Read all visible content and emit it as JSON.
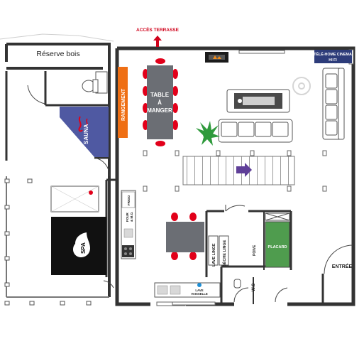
{
  "labels": {
    "terrace_access": "ACCÈS TERRASSE",
    "reserve_bois": "Réserve bois",
    "rangement": "RANGEMENT",
    "sauna": "SAUNA",
    "table_line1": "TABLE",
    "table_line2": "À",
    "table_line3": "MANGER",
    "tele_line1": "TÉLÉ-HOME CINEMA",
    "tele_line2": "HI FI",
    "frigo": "FRIGO",
    "four_line1": "FOUR",
    "four_line2": "& M.O.",
    "spa": "SPA",
    "lave_linge": "LAVE LINGE",
    "seche_linge": "SÈCHE LINGE",
    "poive": "POIVE",
    "placard": "PLACARD",
    "lave_vaisselle_line1": "LAVE",
    "lave_vaisselle_line2": "VAISSELLE",
    "wc": "W.C",
    "entree": "ENTRÉE"
  },
  "colors": {
    "wall": "#333333",
    "chair": "#e2001a",
    "table": "#6b6e74",
    "rangement": "#ef6f14",
    "sauna": "#4f59a2",
    "spa": "#111111",
    "arrow": "#5f3f98",
    "plant": "#2f9a3c",
    "placard": "#4f9c4e",
    "tele": "#2d3c7a"
  }
}
